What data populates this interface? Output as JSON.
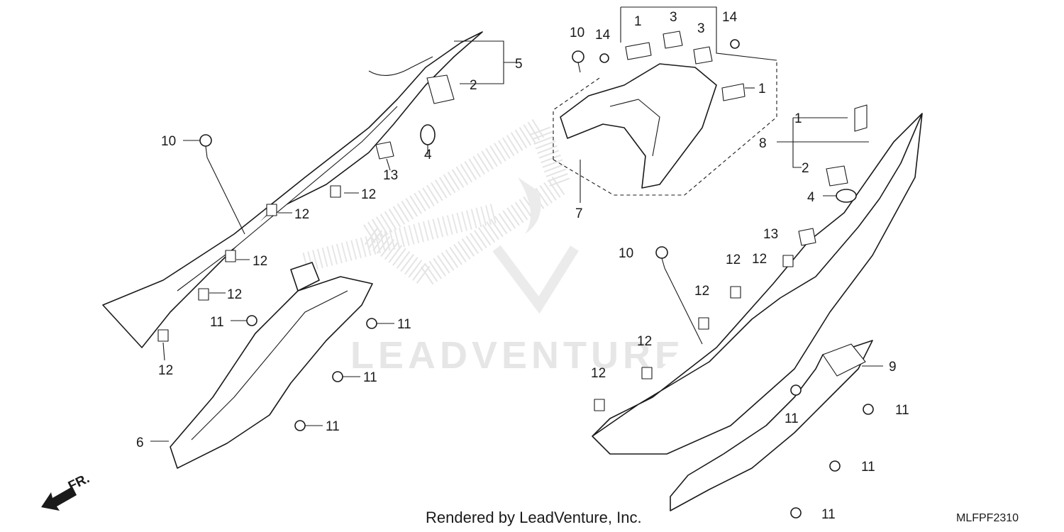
{
  "footer": {
    "rendered_by": "Rendered by LeadVenture, Inc.",
    "diagram_code": "MLFPF2310"
  },
  "watermark": {
    "text": "LEADVENTURE"
  },
  "direction_marker": {
    "label": "FR."
  },
  "callouts": {
    "c1a": "1",
    "c1b": "1",
    "c1c": "1",
    "c2a": "2",
    "c2b": "2",
    "c3a": "3",
    "c3b": "3",
    "c4a": "4",
    "c4b": "4",
    "c5": "5",
    "c6": "6",
    "c7": "7",
    "c8": "8",
    "c9": "9",
    "c10a": "10",
    "c10b": "10",
    "c10c": "10",
    "c11a": "11",
    "c11b": "11",
    "c11c": "11",
    "c11d": "11",
    "c11e": "11",
    "c11f": "11",
    "c11g": "11",
    "c11h": "11",
    "c12a": "12",
    "c12b": "12",
    "c12c": "12",
    "c12d": "12",
    "c12e": "12",
    "c12f": "12",
    "c12g": "12",
    "c12h": "12",
    "c12i": "12",
    "c12j": "12",
    "c13a": "13",
    "c13b": "13",
    "c14a": "14",
    "c14b": "14"
  },
  "colors": {
    "line": "#1a1a1a",
    "watermark": "#e6e6e6",
    "background": "#ffffff"
  }
}
